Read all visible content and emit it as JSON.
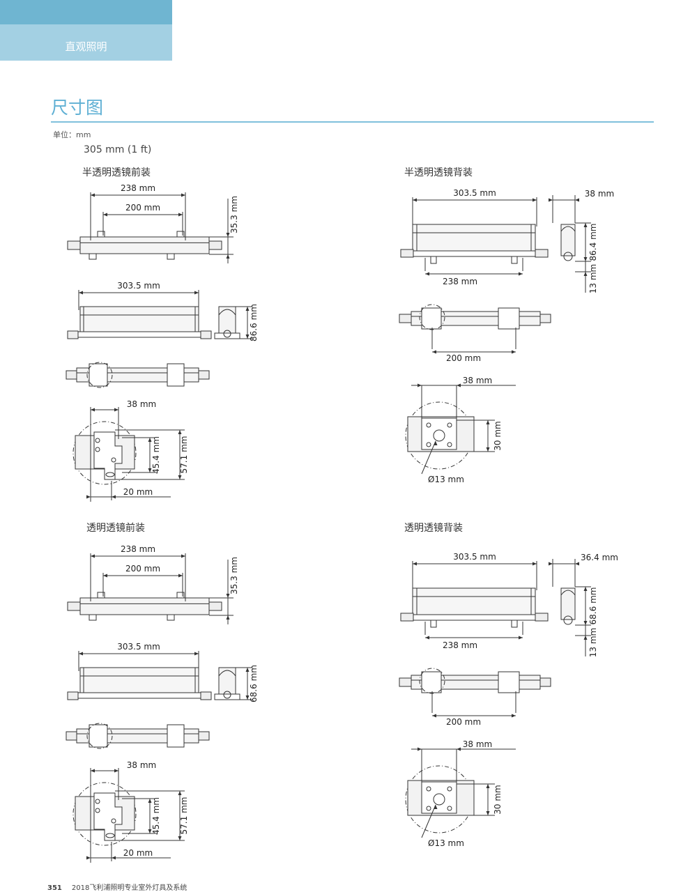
{
  "header": {
    "category": "直观照明"
  },
  "page": {
    "title": "尺寸图",
    "unit": "单位：mm",
    "size_label": "305 mm (1 ft)"
  },
  "sections": [
    {
      "title": "半透明透镜前装",
      "type": "front",
      "labels": {
        "a": "238 mm",
        "b": "200 mm",
        "h": "35.3 mm",
        "len": "303.5 mm",
        "ht": "86.6 mm",
        "d38": "38 mm",
        "d45": "45.4 mm",
        "d57": "57.1 mm",
        "d20": "20 mm"
      }
    },
    {
      "title": "半透明透镜背装",
      "type": "back",
      "labels": {
        "len": "303.5 mm",
        "w": "38 mm",
        "ht": "86.4 mm",
        "base": "13 mm",
        "a": "238 mm",
        "b": "200 mm",
        "d38": "38 mm",
        "d30": "30 mm",
        "dia": "Ø13 mm"
      }
    },
    {
      "title": "透明透镜前装",
      "type": "front",
      "labels": {
        "a": "238 mm",
        "b": "200 mm",
        "h": "35.3 mm",
        "len": "303.5 mm",
        "ht": "68.6 mm",
        "d38": "38 mm",
        "d45": "45.4 mm",
        "d57": "57.1 mm",
        "d20": "20 mm"
      }
    },
    {
      "title": "透明透镜背装",
      "type": "back",
      "labels": {
        "len": "303.5 mm",
        "w": "36.4 mm",
        "ht": "68.6 mm",
        "base": "13 mm",
        "a": "238 mm",
        "b": "200 mm",
        "d38": "38 mm",
        "d30": "30 mm",
        "dia": "Ø13 mm"
      }
    }
  ],
  "footer": {
    "page_number": "351",
    "publication": "2018飞利浦照明专业室外灯具及系统"
  }
}
